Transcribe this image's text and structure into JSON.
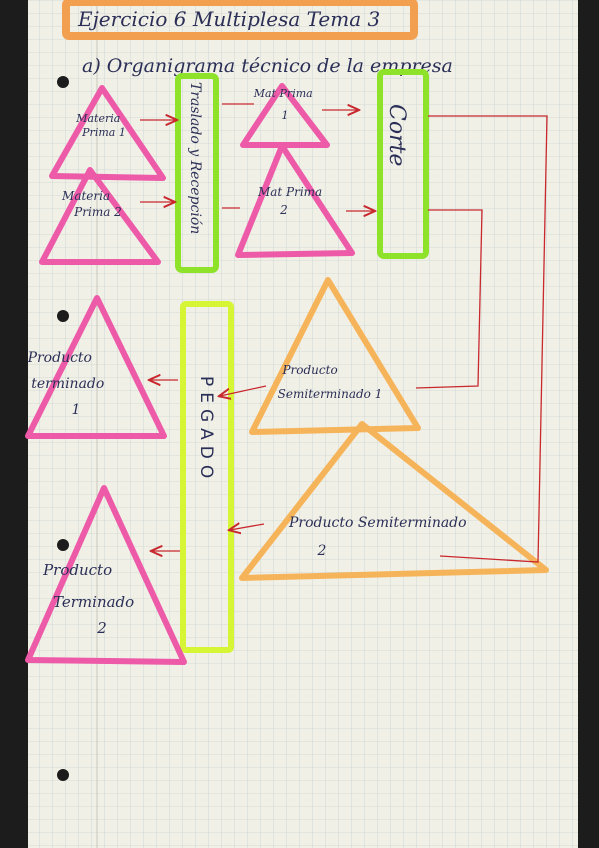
{
  "header": {
    "title": "Ejercicio 6  Multiplesa   Tema 3",
    "subtitle": "a) Organigrama técnico de la empresa"
  },
  "nodes": {
    "materia_prima_1": [
      "Materia",
      "Prima 1"
    ],
    "materia_prima_2": [
      "Materia",
      "Prima 2"
    ],
    "traslado": "Traslado y Recepción",
    "mat_prima_1": [
      "Mat Prima",
      "1"
    ],
    "mat_prima_2": [
      "Mat Prima",
      "2"
    ],
    "corte": "Corte",
    "pegado": "PEGADO",
    "semi_1": [
      "Producto",
      "Semiterminado 1"
    ],
    "semi_2": [
      "Producto Semiterminado",
      "2"
    ],
    "terminado_1": [
      "Producto",
      "terminado",
      "1"
    ],
    "terminado_2": [
      "Producto",
      "Terminado",
      "2"
    ]
  },
  "colors": {
    "paper": "#f1f0e6",
    "grid": "#b9c6c9",
    "header_highlight": "#f2a050",
    "pink": "#ec5aa8",
    "green": "#8fe22a",
    "yellow_green": "#d6f535",
    "orange": "#f6b45a",
    "arrow_red": "#c8282e",
    "ink": "#2b2f57"
  }
}
